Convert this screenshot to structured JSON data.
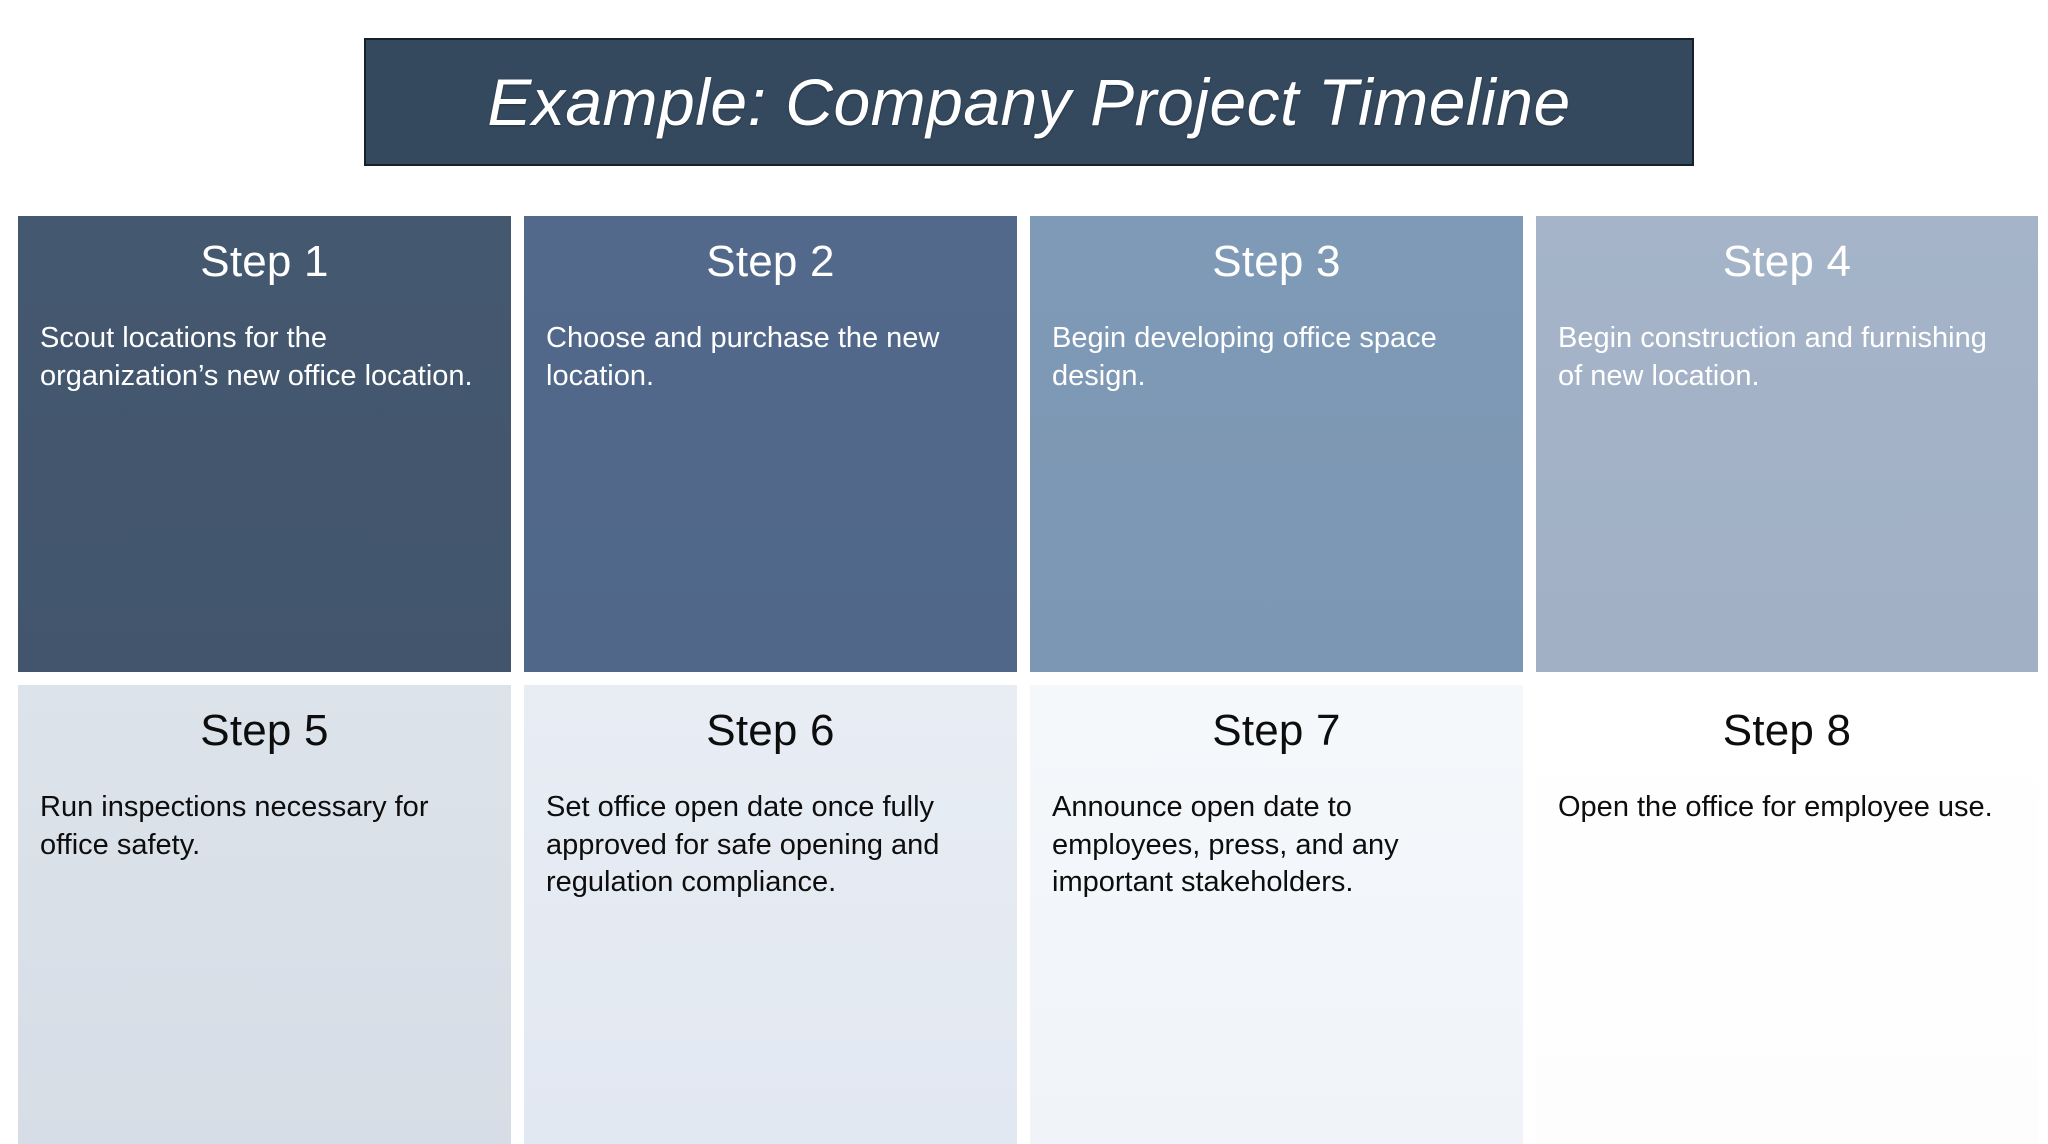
{
  "slide": {
    "background_color": "#ffffff",
    "title": {
      "text": "Example: Company Project Timeline",
      "background_color": "#34495e",
      "border_color": "#16202b",
      "text_color": "#ffffff"
    }
  },
  "steps": [
    {
      "title": "Step 1",
      "body": "Scout locations for the organization’s new office location.",
      "fill": "#42566f",
      "text_color": "#ffffff"
    },
    {
      "title": "Step 2",
      "body": "Choose and purchase the new location.",
      "fill": "#50698c",
      "text_color": "#ffffff"
    },
    {
      "title": "Step 3",
      "body": "Begin developing office space design.",
      "fill": "#7d99b5",
      "text_color": "#ffffff"
    },
    {
      "title": "Step 4",
      "body": "Begin construction and furnishing of new location.",
      "fill": "#a2b1c6",
      "text_color": "#ffffff"
    },
    {
      "title": "Step 5",
      "body": "Run inspections necessary for office safety.",
      "fill": "#dce2e9",
      "text_color": "#0d0d0d"
    },
    {
      "title": "Step 6",
      "body": "Set office open date once fully approved for safe opening and regulation compliance.",
      "fill": "#e7ecf3",
      "text_color": "#0d0d0d"
    },
    {
      "title": "Step 7",
      "body": "Announce open date to employees, press, and any important stakeholders.",
      "fill": "#f4f7fa",
      "text_color": "#0d0d0d"
    },
    {
      "title": "Step 8",
      "body": "Open the office for employee use.",
      "fill": "#ffffff",
      "text_color": "#0d0d0d"
    }
  ]
}
